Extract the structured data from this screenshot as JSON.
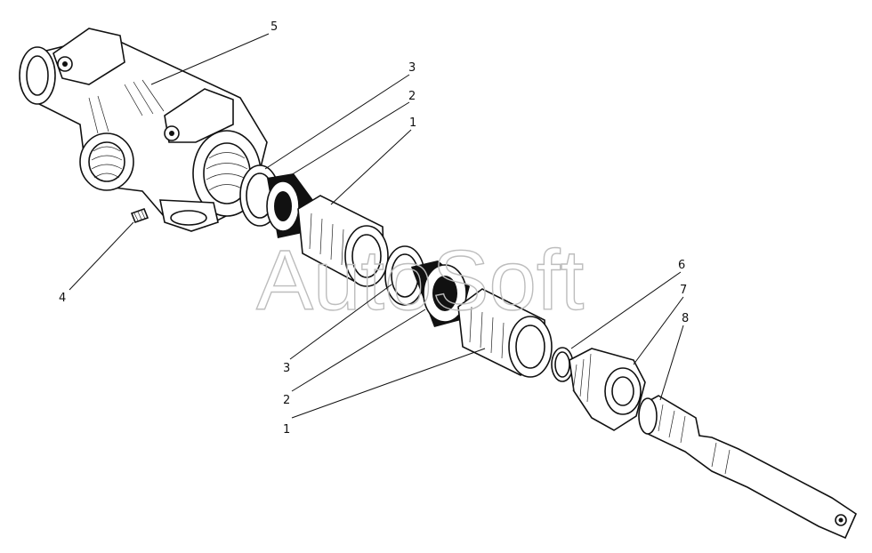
{
  "diagram": {
    "watermark": "AutoSoft",
    "callouts": [
      {
        "label": "5"
      },
      {
        "label": "3"
      },
      {
        "label": "2"
      },
      {
        "label": "1"
      },
      {
        "label": "4"
      },
      {
        "label": "3"
      },
      {
        "label": "2"
      },
      {
        "label": "1"
      },
      {
        "label": "6"
      },
      {
        "label": "7"
      },
      {
        "label": "8"
      }
    ]
  }
}
